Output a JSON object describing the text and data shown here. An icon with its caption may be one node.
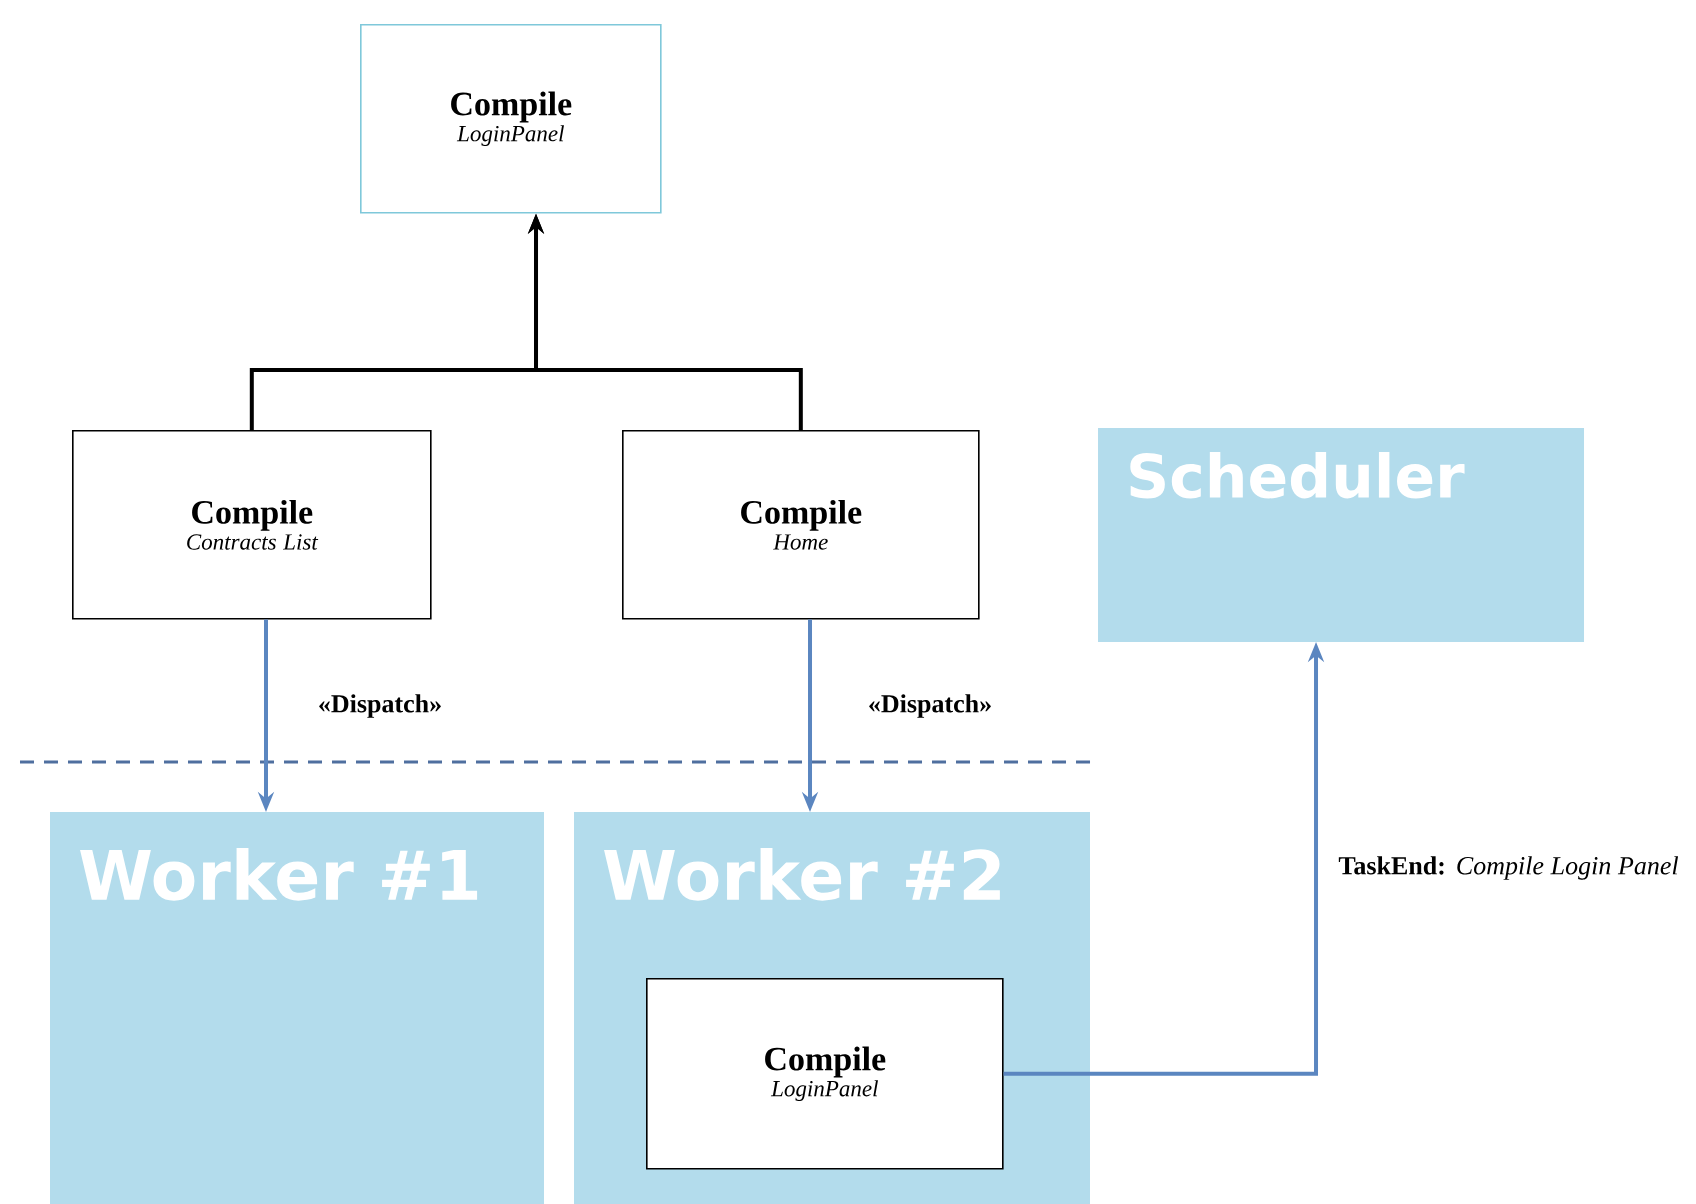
{
  "diagram": {
    "nodes": [
      {
        "text": [
          "Compile",
          "LoginPanel"
        ]
      },
      {
        "text": [
          "Compile",
          "Contracts List"
        ]
      },
      {
        "text": [
          "Compile",
          "Home"
        ]
      },
      {
        "text": [
          "Scheduler"
        ]
      },
      {
        "text": [
          "Worker #1"
        ]
      },
      {
        "text": [
          "Worker #2"
        ]
      },
      {
        "text": [
          "Compile",
          "LoginPanel"
        ],
        "in": 5
      }
    ],
    "edges": [
      {
        "from": 1,
        "to": 0,
        "arrow": "to",
        "color": "#000000"
      },
      {
        "from": 2,
        "to": 0,
        "arrow": "to",
        "color": "#000000"
      },
      {
        "from": 1,
        "to": 4,
        "arrow": "to",
        "label": "«Dispatch»"
      },
      {
        "from": 2,
        "to": 5,
        "arrow": "to",
        "label": "«Dispatch»"
      },
      {
        "from": 6,
        "to": 3,
        "arrow": "to",
        "label": "**TaskEnd:** *Compile Login Panel*"
      }
    ]
  }
}
